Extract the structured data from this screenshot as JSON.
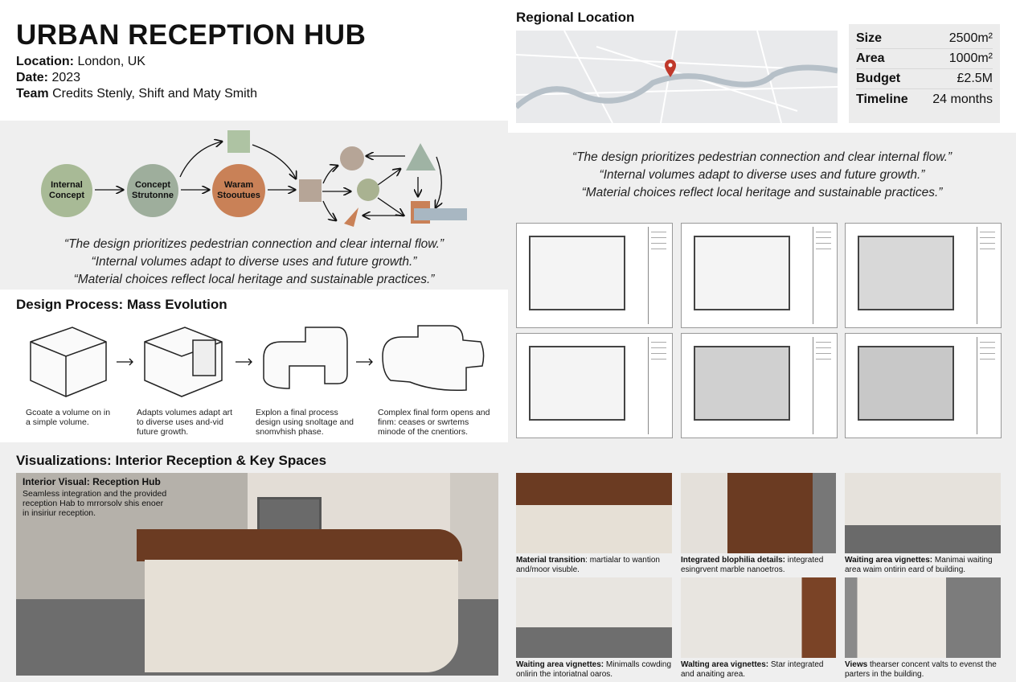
{
  "header": {
    "title": "URBAN RECEPTION HUB",
    "location_label": "Location:",
    "location": "London, UK",
    "date_label": "Date:",
    "date": "2023",
    "team_label": "Team",
    "team": "Credits Stenly, Shift and Maty Smith"
  },
  "concept": {
    "nodes": [
      "Internal Concept",
      "Concept Strutonne",
      "Waram Stooutues"
    ],
    "quotes": [
      "“The design prioritizes pedestrian connection and clear internal flow.”",
      "“Internal volumes adapt to diverse uses and future growth.”",
      "“Material choices reflect local heritage and sustainable practices.”"
    ]
  },
  "process": {
    "heading": "Design Process: Mass Evolution",
    "steps": [
      "Gcoate a volume on in a simple volume.",
      "Adapts volumes adapt art to diverse uses and-vid future growth.",
      "Explon a final process design using snoltage and snomvhish phase.",
      "Complex final form opens and finm: ceases or swrtems minode of the cnentiors."
    ]
  },
  "location": {
    "heading": "Regional Location",
    "pin_color": "#c0392b"
  },
  "stats": [
    {
      "label": "Size",
      "value": "2500m²"
    },
    {
      "label": "Area",
      "value": "1000m²"
    },
    {
      "label": "Budget",
      "value": "£2.5M"
    },
    {
      "label": "Timeline",
      "value": "24 months"
    }
  ],
  "visualizations": {
    "heading": "Visualizations: Interior Reception & Key Spaces",
    "main_title": "Interior Visual: Reception Hub",
    "main_desc": "Seamless integration and the provided reception Hab to mrrorsolv shis enoer in insiriur reception.",
    "thumbs": [
      {
        "bold": "Material transition",
        "text": ": martialar to wantion and/moor visuble."
      },
      {
        "bold": "Integrated blophilia details:",
        "text": " integrated esingrvent marble nanoetros."
      },
      {
        "bold": "Waiting area vignettes:",
        "text": " Manimai waiting area waim ontirin eard of building."
      },
      {
        "bold": "Waiting area vignettes:",
        "text": " Minimalls cowding onlirin the intoriatnal oaros."
      },
      {
        "bold": "Walting area vignettes:",
        "text": " Star integrated and anaiting area."
      },
      {
        "bold": "Views",
        "text": " thearser concent valts to evenst the parters in the building."
      }
    ]
  }
}
